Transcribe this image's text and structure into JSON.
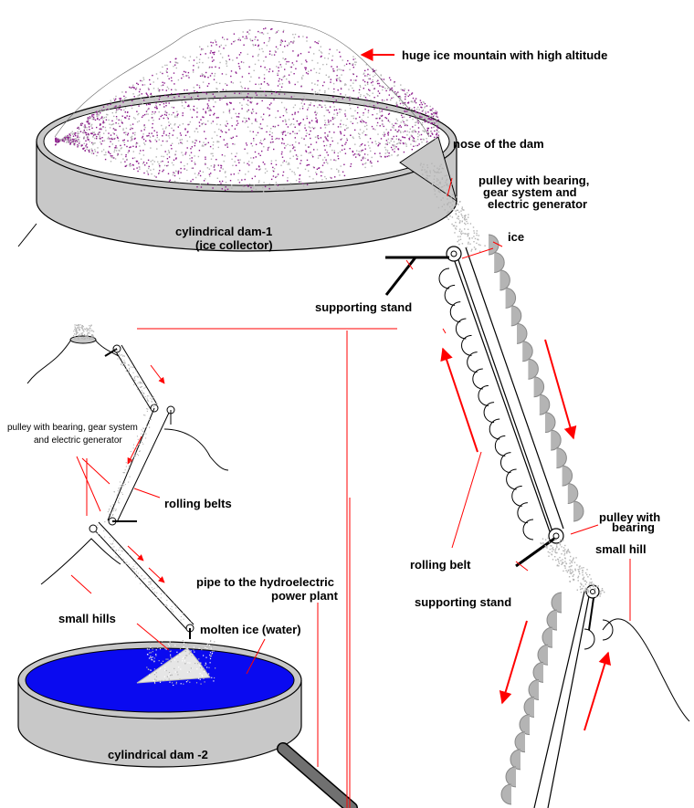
{
  "labels": {
    "mountain": "huge ice mountain with high altitude",
    "nose": "nose of the dam",
    "pulley_top_1": "pulley with bearing,",
    "pulley_top_2": "gear system and",
    "pulley_top_3": "electric generator",
    "ice": "ice",
    "dam1_line1": "cylindrical dam-1",
    "dam1_line2": "(ice collector)",
    "supporting_stand_top": "supporting stand",
    "pulley_small_1": "pulley with bearing, gear system",
    "pulley_small_2": "and electric generator",
    "rolling_belts": "rolling belts",
    "pipe_1": "pipe to the hydroelectric",
    "pipe_2": "power plant",
    "small_hills": "small hills",
    "molten_ice": "molten ice (water)",
    "dam2": "cylindrical dam -2",
    "rolling_belt": "rolling belt",
    "supporting_stand_mid": "supporting stand",
    "pulley_bearing_1": "pulley with",
    "pulley_bearing_2": "bearing",
    "small_hill": "small hill"
  },
  "colors": {
    "dam_body": "#c8c8c8",
    "outline": "#000000",
    "ice_purple": "#8b1a8b",
    "ice_grey": "#b4b4b4",
    "water": "#0a0af0",
    "arrow_red": "#ff0000",
    "pipe": "#707070"
  }
}
